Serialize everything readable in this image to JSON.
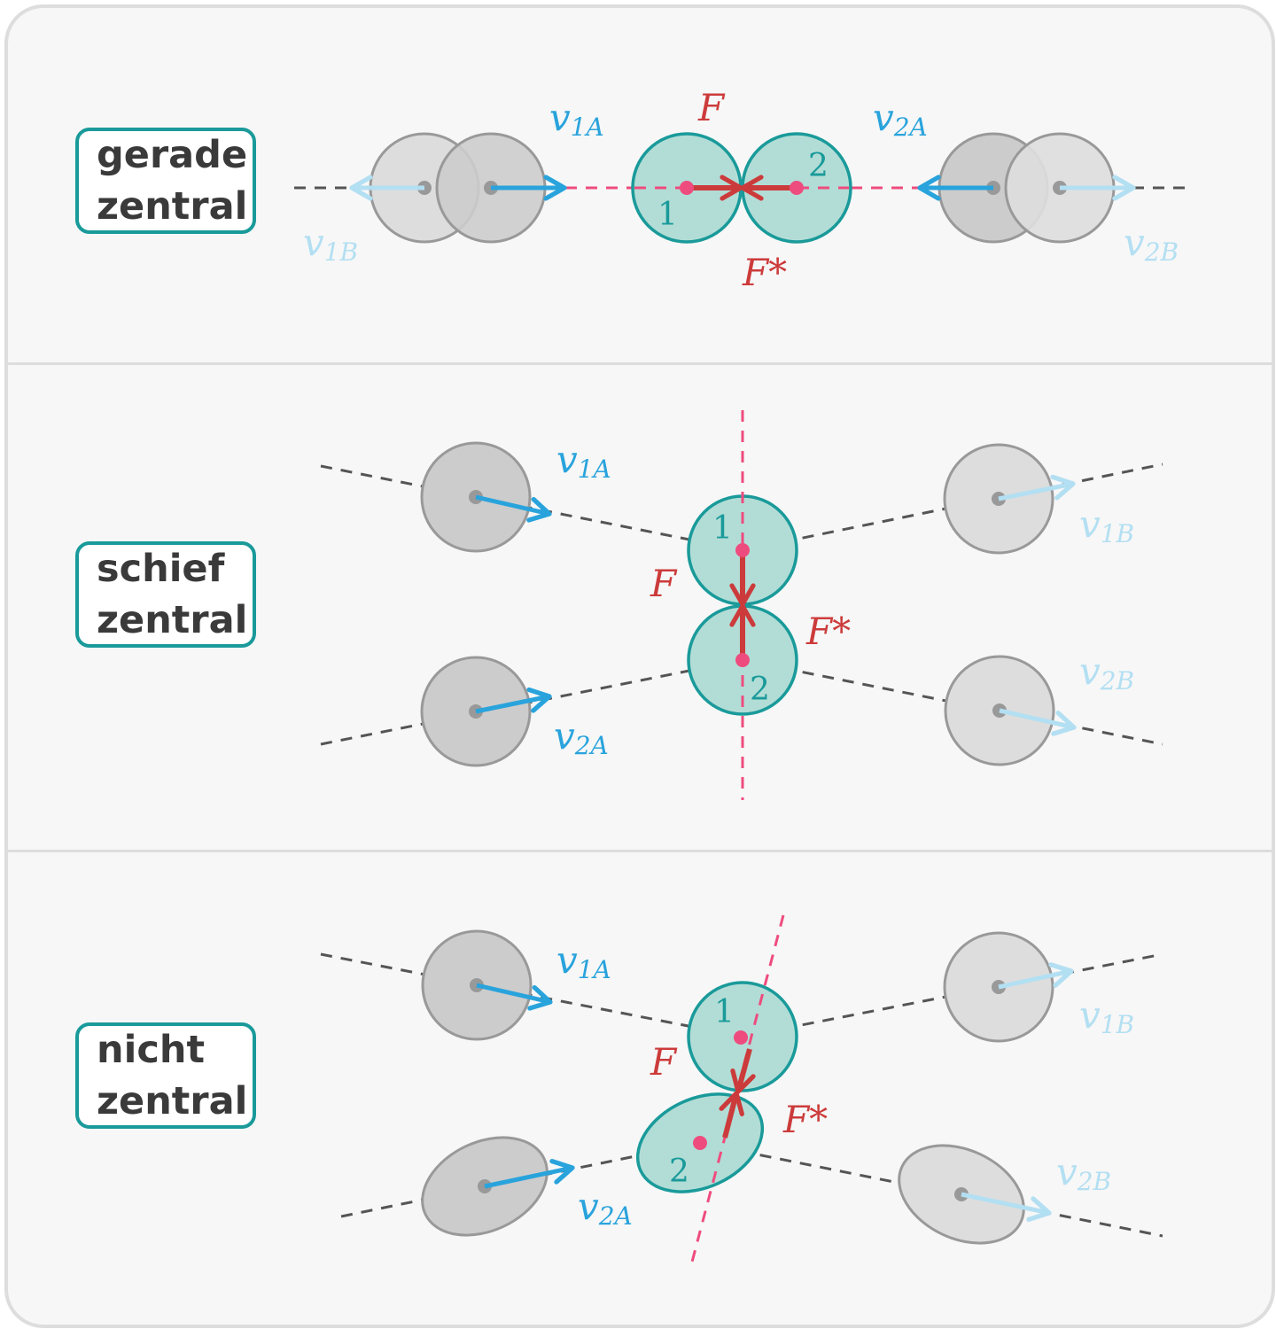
{
  "panels": [
    {
      "label": [
        "gerade",
        "zentral"
      ]
    },
    {
      "label": [
        "schief",
        "zentral"
      ]
    },
    {
      "label": [
        "nicht",
        "zentral"
      ]
    }
  ],
  "symbols": {
    "v1A": {
      "base": "v",
      "sub": "1A"
    },
    "v2A": {
      "base": "v",
      "sub": "2A"
    },
    "v1B": {
      "base": "v",
      "sub": "1B"
    },
    "v2B": {
      "base": "v",
      "sub": "2B"
    },
    "F": "F",
    "Fstar": "F*",
    "body1": "1",
    "body2": "2"
  },
  "colors": {
    "teal": "#1a9a9a",
    "teal_fill": "#b2ddd6",
    "blue": "#29a3dc",
    "light_blue": "#b3dff2",
    "red": "#cc3b3b",
    "pink": "#ee4c7e",
    "gray_stroke": "#999999",
    "gray_dark_fill": "#cccccc",
    "gray_light_fill": "#dddddd",
    "dash_gray": "#555555"
  }
}
